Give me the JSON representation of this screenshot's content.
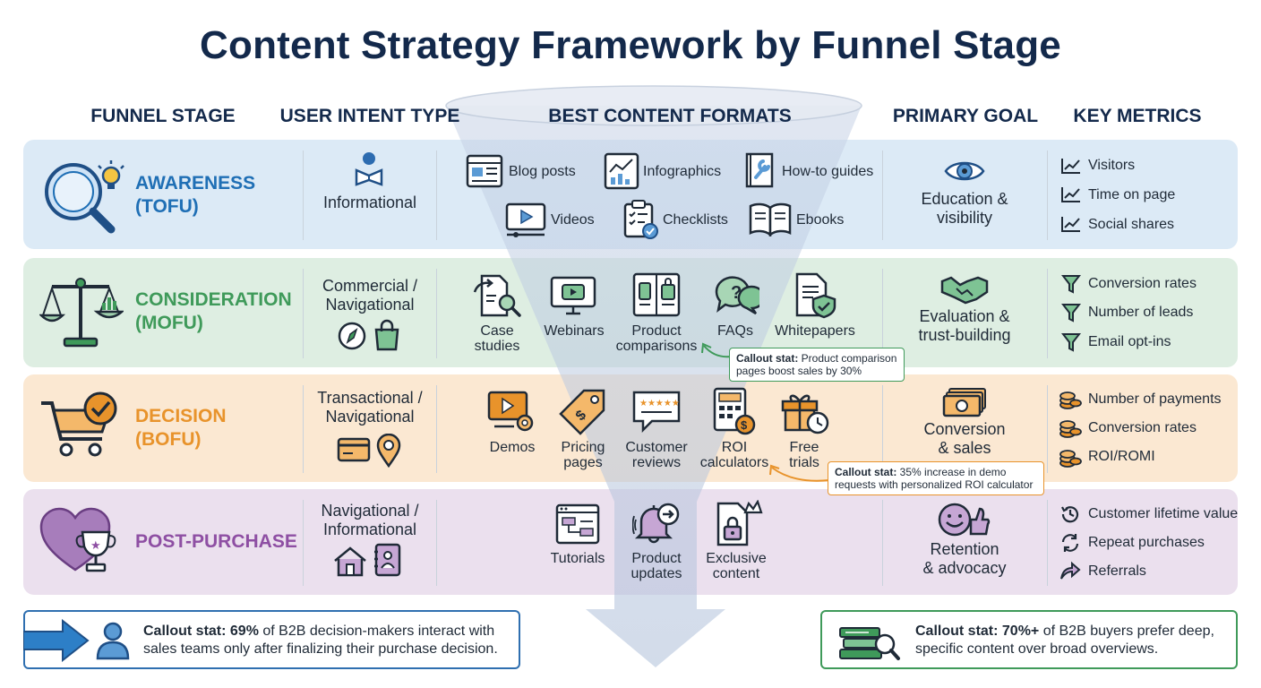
{
  "title": "Content Strategy Framework by Funnel Stage",
  "headers": {
    "stage": "FUNNEL STAGE",
    "intent": "USER INTENT TYPE",
    "formats": "BEST CONTENT FORMATS",
    "goal": "PRIMARY GOAL",
    "metrics": "KEY METRICS"
  },
  "colors": {
    "title": "#13294b",
    "awareness": "#1f6fb5",
    "consideration": "#3f9a5a",
    "decision": "#e8932b",
    "post_purchase": "#8e4fa3"
  },
  "rows": [
    {
      "stage_line1": "AWARENESS",
      "stage_line2": "(TOFU)",
      "stage_icon": "magnifier-lightbulb-icon",
      "intent_line1": "Informational",
      "intent_line2": "",
      "intent_icons": [
        "reading-person-icon"
      ],
      "formats": [
        {
          "label": "Blog posts",
          "icon": "browser-icon"
        },
        {
          "label": "Infographics",
          "icon": "chart-icon"
        },
        {
          "label": "How-to guides",
          "icon": "wrench-book-icon"
        },
        {
          "label": "Videos",
          "icon": "video-play-icon"
        },
        {
          "label": "Checklists",
          "icon": "clipboard-check-icon"
        },
        {
          "label": "Ebooks",
          "icon": "open-book-icon"
        }
      ],
      "goal_icon": "eye-icon",
      "goal_line1": "Education &",
      "goal_line2": "visibility",
      "metrics": [
        {
          "label": "Visitors",
          "icon": "line-chart-icon"
        },
        {
          "label": "Time on page",
          "icon": "line-chart-icon"
        },
        {
          "label": "Social shares",
          "icon": "line-chart-icon"
        }
      ]
    },
    {
      "stage_line1": "CONSIDERATION",
      "stage_line2": "(MOFU)",
      "stage_icon": "balance-scale-icon",
      "intent_line1": "Commercial /",
      "intent_line2": "Navigational",
      "intent_icons": [
        "compass-icon",
        "shopping-bag-icon"
      ],
      "formats": [
        {
          "label1": "Case",
          "label2": "studies",
          "icon": "document-search-icon"
        },
        {
          "label1": "Webinars",
          "label2": "",
          "icon": "monitor-play-icon"
        },
        {
          "label1": "Product",
          "label2": "comparisons",
          "icon": "comparison-icon"
        },
        {
          "label1": "FAQs",
          "label2": "",
          "icon": "question-bubble-icon"
        },
        {
          "label1": "Whitepapers",
          "label2": "",
          "icon": "document-shield-icon"
        }
      ],
      "goal_icon": "handshake-icon",
      "goal_line1": "Evaluation &",
      "goal_line2": "trust-building",
      "metrics": [
        {
          "label": "Conversion rates",
          "icon": "funnel-icon"
        },
        {
          "label": "Number of leads",
          "icon": "funnel-icon"
        },
        {
          "label": "Email opt-ins",
          "icon": "funnel-icon"
        }
      ],
      "callout_bold": "Callout stat:",
      "callout_text": "Product comparison pages boost sales by 30%",
      "callout_line1_rest": " Product comparison",
      "callout_line2": "pages boost sales by 30%"
    },
    {
      "stage_line1": "DECISION",
      "stage_line2": "(BOFU)",
      "stage_icon": "shopping-cart-check-icon",
      "intent_line1": "Transactional /",
      "intent_line2": "Navigational",
      "intent_icons": [
        "credit-card-icon",
        "location-pin-icon"
      ],
      "formats": [
        {
          "label1": "Demos",
          "label2": "",
          "icon": "video-gear-icon"
        },
        {
          "label1": "Pricing",
          "label2": "pages",
          "icon": "price-tag-icon"
        },
        {
          "label1": "Customer",
          "label2": "reviews",
          "icon": "review-stars-icon"
        },
        {
          "label1": "ROI",
          "label2": "calculators",
          "icon": "calculator-icon"
        },
        {
          "label1": "Free",
          "label2": "trials",
          "icon": "gift-clock-icon"
        }
      ],
      "goal_icon": "money-stack-icon",
      "goal_line1": "Conversion",
      "goal_line2": "& sales",
      "metrics": [
        {
          "label": "Number of payments",
          "icon": "coins-icon"
        },
        {
          "label": "Conversion rates",
          "icon": "coins-icon"
        },
        {
          "label": "ROI/ROMI",
          "icon": "coins-icon"
        }
      ],
      "callout_bold": "Callout stat:",
      "callout_line1_rest": " 35% increase in demo",
      "callout_line2": "requests with personalized ROI calculator"
    },
    {
      "stage_line1": "POST-PURCHASE",
      "stage_line2": "",
      "stage_icon": "heart-trophy-icon",
      "intent_line1": "Navigational /",
      "intent_line2": "Informational",
      "intent_icons": [
        "home-icon",
        "contact-book-icon"
      ],
      "formats": [
        {
          "label1": "Tutorials",
          "label2": "",
          "icon": "tutorial-screen-icon"
        },
        {
          "label1": "Product",
          "label2": "updates",
          "icon": "bell-arrow-icon"
        },
        {
          "label1": "Exclusive",
          "label2": "content",
          "icon": "lock-document-icon"
        }
      ],
      "goal_icon": "smile-thumbs-up-icon",
      "goal_line1": "Retention",
      "goal_line2": "& advocacy",
      "metrics": [
        {
          "label": "Customer lifetime value",
          "icon": "history-icon"
        },
        {
          "label": "Repeat purchases",
          "icon": "repeat-icon"
        },
        {
          "label": "Referrals",
          "icon": "share-arrow-icon"
        }
      ]
    }
  ],
  "bottom_callouts": {
    "left": {
      "bold": "Callout stat: 69%",
      "line1_rest": " of B2B decision-makers interact with",
      "line2": "sales teams only after finalizing their purchase decision.",
      "icons": [
        "arrow-right-icon",
        "person-icon"
      ]
    },
    "right": {
      "bold": "Callout stat: 70%+",
      "line1_rest": " of B2B buyers prefer deep,",
      "line2": "specific content over broad overviews.",
      "icons": [
        "books-magnifier-icon"
      ]
    }
  }
}
